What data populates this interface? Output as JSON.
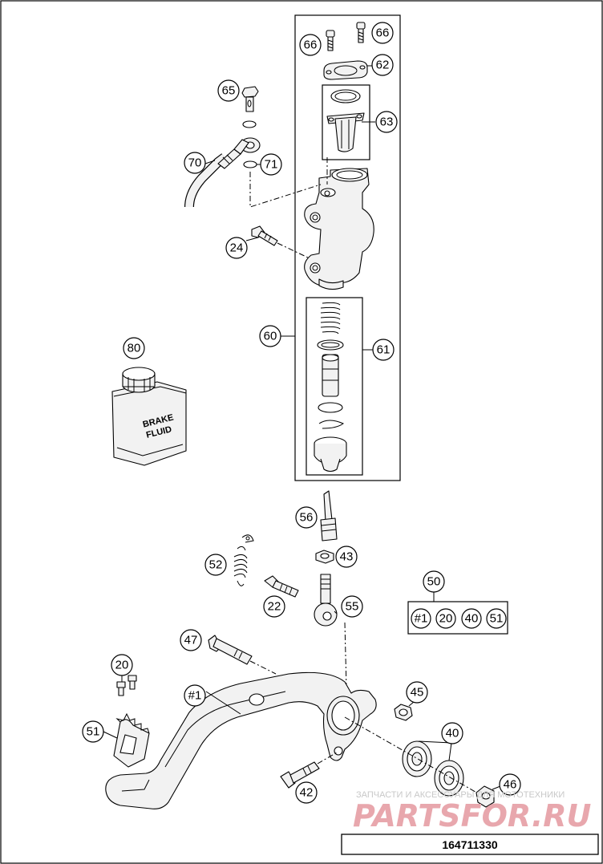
{
  "callouts": {
    "c66a": "66",
    "c66b": "66",
    "c62": "62",
    "c63": "63",
    "c65": "65",
    "c70": "70",
    "c71": "71",
    "c24": "24",
    "c60": "60",
    "c61": "61",
    "c80": "80",
    "c56": "56",
    "c43": "43",
    "c52": "52",
    "c22": "22",
    "c55": "55",
    "c50": "50",
    "c47": "47",
    "c20": "20",
    "c1": "#1",
    "c51": "51",
    "c45": "45",
    "c40": "40",
    "c42": "42",
    "c46": "46"
  },
  "kit": [
    "#1",
    "20",
    "40",
    "51"
  ],
  "fluid_can": {
    "line1": "BRAKE",
    "line2": "FLUID"
  },
  "diagram_code": "164711330",
  "watermark": {
    "top_text": "ЗАПЧАСТИ И АКСЕССУАРЫ ДЛЯ МОТОТЕХНИКИ",
    "logo_text": "PARTSFOR.RU",
    "color": "#e8a7ad"
  }
}
